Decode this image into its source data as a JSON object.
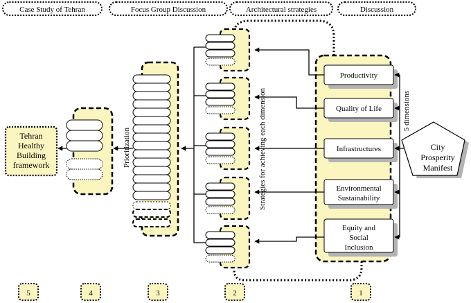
{
  "colors": {
    "panel_fill": "#fbf5bf",
    "ink": "#000000",
    "shadow": "#b3b3b3",
    "paper": "#ffffff"
  },
  "headers": [
    "Case Study of Tehran",
    "Focus Group Discussion",
    "Architectural strategies",
    "Discussion"
  ],
  "dimensions": [
    {
      "lines": [
        "Productivity"
      ]
    },
    {
      "lines": [
        "Quality of Life"
      ]
    },
    {
      "lines": [
        "Infrastructures"
      ]
    },
    {
      "lines": [
        "Environmental",
        "Sustainability"
      ]
    },
    {
      "lines": [
        "Equity and",
        "Social",
        "Inclusion"
      ]
    }
  ],
  "manifest": {
    "lines": [
      "City",
      "Prosperity",
      "Manifest"
    ]
  },
  "dimensions_count_label": "5 dimensions",
  "strategies_label": "Strategies for achieving each dimension",
  "prioritization_label": "Prioritization",
  "framework": {
    "lines": [
      "Tehran",
      "Healthy",
      "Building",
      "framework"
    ]
  },
  "step_numbers": [
    "5",
    "4",
    "3",
    "2",
    "1"
  ]
}
